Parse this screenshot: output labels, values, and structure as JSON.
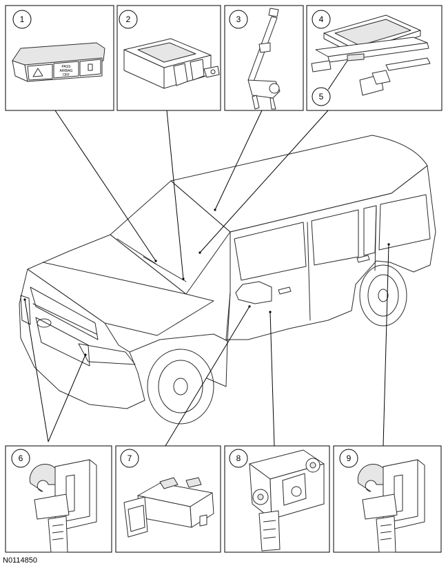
{
  "figure_id": "N0114850",
  "callouts": [
    {
      "number": "1"
    },
    {
      "number": "2"
    },
    {
      "number": "3"
    },
    {
      "number": "4"
    },
    {
      "number": "5"
    },
    {
      "number": "6"
    },
    {
      "number": "7"
    },
    {
      "number": "8"
    },
    {
      "number": "9"
    }
  ],
  "switch_label": {
    "line1": "PASS",
    "line2": "AIRBAG",
    "line3": "OFF"
  }
}
